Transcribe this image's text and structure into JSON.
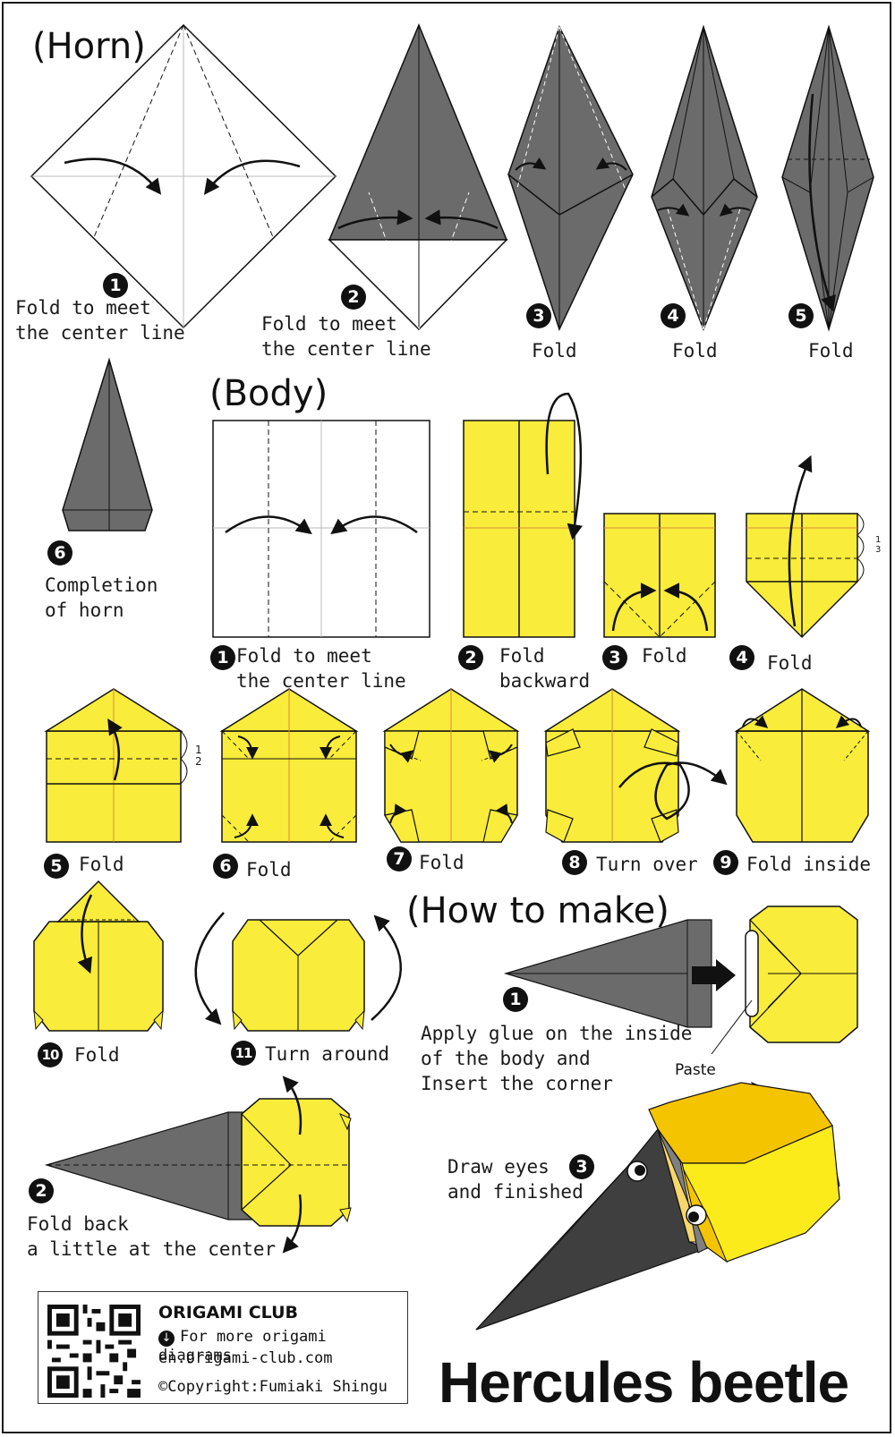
{
  "sections": {
    "horn": "(Horn)",
    "body": "(Body)",
    "how_to_make": "(How to make)"
  },
  "horn_steps": [
    {
      "num": "1",
      "text": "Fold to meet\nthe center line"
    },
    {
      "num": "2",
      "text": "Fold to meet\nthe center line"
    },
    {
      "num": "3",
      "text": "Fold"
    },
    {
      "num": "4",
      "text": "Fold"
    },
    {
      "num": "5",
      "text": "Fold"
    },
    {
      "num": "6",
      "text": "Completion\nof horn"
    }
  ],
  "body_steps": [
    {
      "num": "1",
      "text": "Fold to meet\n the center line"
    },
    {
      "num": "2",
      "text": "Fold\nbackward"
    },
    {
      "num": "3",
      "text": "Fold"
    },
    {
      "num": "4",
      "text": "Fold"
    },
    {
      "num": "5",
      "text": "Fold"
    },
    {
      "num": "6",
      "text": "Fold"
    },
    {
      "num": "7",
      "text": "Fold"
    },
    {
      "num": "8",
      "text": "Turn over"
    },
    {
      "num": "9",
      "text": "Fold inside"
    },
    {
      "num": "10",
      "text": "Fold"
    },
    {
      "num": "11",
      "text": "Turn around"
    }
  ],
  "fractions": {
    "third": "1\n3",
    "half": "1\n2"
  },
  "assembly_steps": [
    {
      "num": "1",
      "text": "Apply glue on the inside\nof the body and\nInsert the corner"
    },
    {
      "num": "2",
      "text": "Fold back\na little at the center"
    },
    {
      "num": "3",
      "text": "Draw eyes\nand finished"
    }
  ],
  "paste_label": "Paste",
  "credit": {
    "brand": "ORIGAMI CLUB",
    "more": "For more origami diagrams",
    "site": "en.origami-club.com",
    "copyright": "©Copyright:Fumiaki Shingu"
  },
  "title": "Hercules beetle",
  "colors": {
    "yellow": "#f9ec3a",
    "dark": "#6b6b6b",
    "line": "#111111",
    "fold_line": "#e08a3a",
    "beetle_gold": "#f5c400"
  },
  "icons": [
    "curved-arrow-icon",
    "download-arrow-icon",
    "qr-code-icon",
    "eye-icon"
  ]
}
